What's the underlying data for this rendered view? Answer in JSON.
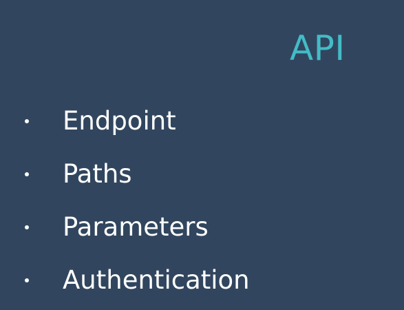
{
  "slide": {
    "title": "API",
    "bullets": [
      "Endpoint",
      "Paths",
      "Parameters",
      "Authentication"
    ]
  },
  "colors": {
    "background": "#31465e",
    "title": "#43bcc7",
    "text": "#ffffff"
  }
}
